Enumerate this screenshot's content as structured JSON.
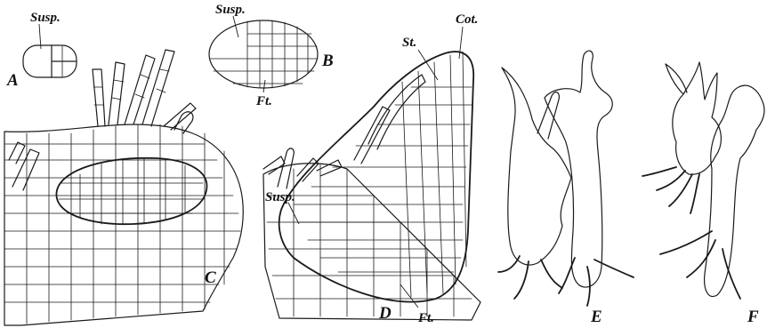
{
  "figure": {
    "panels": [
      {
        "id": "A",
        "label": "A"
      },
      {
        "id": "B",
        "label": "B"
      },
      {
        "id": "C",
        "label": "C"
      },
      {
        "id": "D",
        "label": "D"
      },
      {
        "id": "E",
        "label": "E"
      },
      {
        "id": "F",
        "label": "F"
      }
    ],
    "labels": {
      "a_susp": "Susp.",
      "b_susp": "Susp.",
      "b_ft": "Ft.",
      "d_susp": "Susp.",
      "d_st": "St.",
      "d_cot": "Cot.",
      "d_ft": "Ft."
    }
  }
}
